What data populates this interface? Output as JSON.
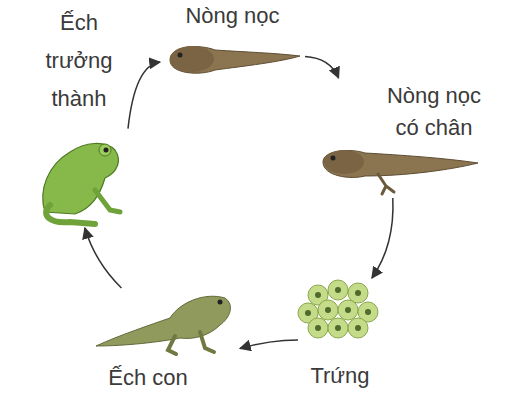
{
  "diagram": {
    "nodes": [
      {
        "text": [
          "Nòng nọc"
        ]
      },
      {
        "text": [
          "Nòng nọc có chân"
        ]
      },
      {
        "text": [
          "Trứng"
        ]
      },
      {
        "text": [
          "Ếch con"
        ]
      },
      {
        "text": [
          "Ếch trưởng thành"
        ]
      }
    ],
    "edges": [
      {
        "from": 4,
        "to": 0,
        "arrow": "to"
      },
      {
        "from": 0,
        "to": 1,
        "arrow": "to"
      },
      {
        "from": 1,
        "to": 2,
        "arrow": "to"
      },
      {
        "from": 2,
        "to": 3,
        "arrow": "to"
      },
      {
        "from": 3,
        "to": 4,
        "arrow": "to"
      }
    ]
  }
}
